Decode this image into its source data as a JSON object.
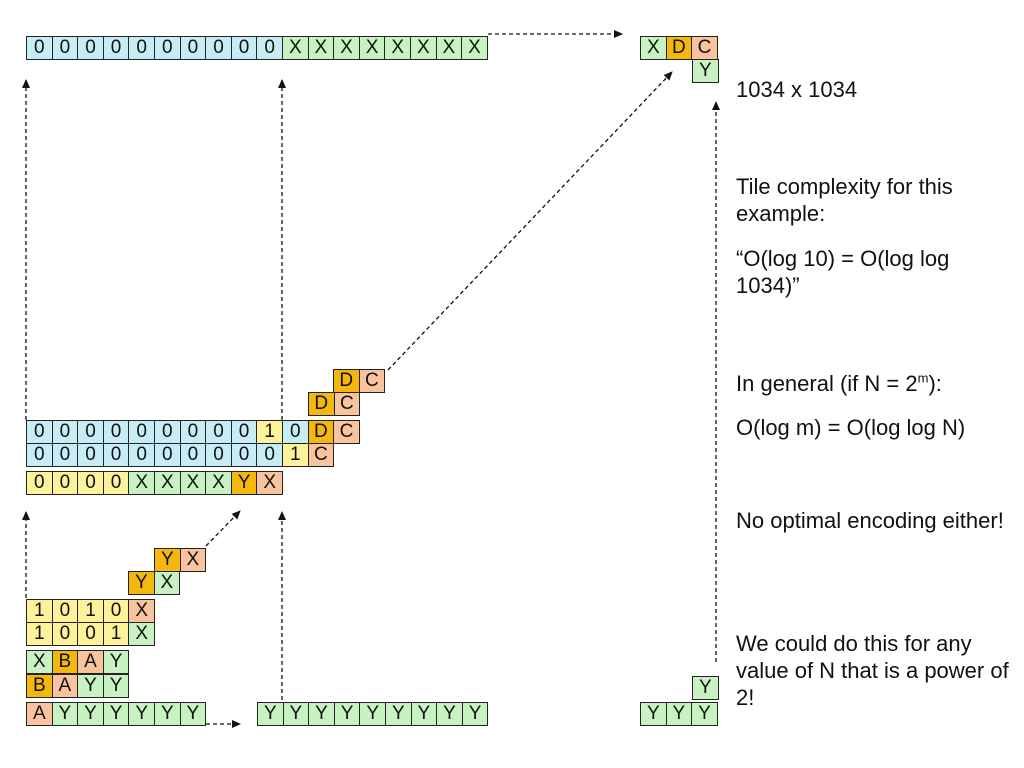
{
  "grids": [
    {
      "rows": [
        {
          "cells": [
            "0",
            "0",
            "0",
            "0",
            "0",
            "0",
            "0",
            "0",
            "0",
            "0",
            "X",
            "X",
            "X",
            "X",
            "X",
            "X",
            "X",
            "X"
          ]
        }
      ]
    },
    {
      "rows": [
        {
          "cells": [
            "X",
            "D",
            "C"
          ]
        },
        {
          "cells": [
            "Y"
          ]
        }
      ]
    },
    {
      "rows": [
        {
          "cells": [
            "D",
            "C"
          ]
        },
        {
          "cells": [
            "D",
            "C"
          ]
        },
        {
          "cells": [
            "0",
            "0",
            "0",
            "0",
            "0",
            "0",
            "0",
            "0",
            "0",
            "1",
            "0",
            "D",
            "C"
          ]
        },
        {
          "cells": [
            "0",
            "0",
            "0",
            "0",
            "0",
            "0",
            "0",
            "0",
            "0",
            "0",
            "1",
            "C"
          ]
        },
        {
          "cells": [
            "0",
            "0",
            "0",
            "0",
            "X",
            "X",
            "X",
            "X",
            "Y",
            "X"
          ]
        }
      ]
    },
    {
      "rows": [
        {
          "cells": [
            "Y",
            "X"
          ]
        },
        {
          "cells": [
            "Y",
            "X"
          ]
        },
        {
          "cells": [
            "1",
            "0",
            "1",
            "0",
            "X"
          ]
        },
        {
          "cells": [
            "1",
            "0",
            "0",
            "1",
            "X"
          ]
        },
        {
          "cells": [
            "X",
            "B",
            "A",
            "Y"
          ]
        },
        {
          "cells": [
            "B",
            "A",
            "Y",
            "Y"
          ]
        },
        {
          "cells": [
            "A",
            "Y",
            "Y",
            "Y",
            "Y",
            "Y",
            "Y"
          ]
        }
      ]
    },
    {
      "rows": [
        {
          "cells": [
            "Y",
            "Y",
            "Y",
            "Y",
            "Y",
            "Y",
            "Y",
            "Y",
            "Y"
          ]
        }
      ]
    },
    {
      "rows": [
        {
          "cells": [
            "Y"
          ]
        },
        {
          "cells": [
            "Y",
            "Y",
            "Y"
          ]
        }
      ]
    }
  ],
  "notes": {
    "size": "1034 x 1034",
    "complexity_heading": "Tile complexity for this example:",
    "complexity_formula": "“O(log 10) = O(log log 1034)”",
    "general_prefix": "In general (if N = 2",
    "general_exp": "m",
    "general_suffix": "):",
    "general_formula": "O(log m) = O(log log N)",
    "no_optimal": "No optimal encoding either!",
    "any_value": "We could do this for any value of N that is a power of 2!"
  }
}
